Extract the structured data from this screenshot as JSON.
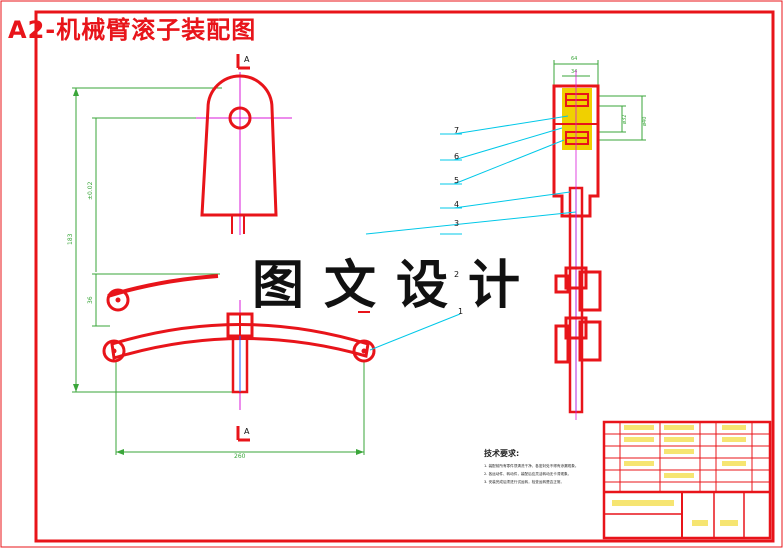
{
  "drawing": {
    "title": "A2-机械臂滚子装配图",
    "watermark": "图文设计"
  },
  "tech_requirements": {
    "heading": "技术要求:",
    "items": [
      "1. 装配前所有零件须清洗干净，各密封处不得有渗漏现象。",
      "2. 各运动件、转动件，装配后应灵活转动无卡滞现象。",
      "3. 安装完成后须进行试运转，检查运转是否正常。"
    ]
  },
  "part_balloons": [
    "7",
    "6",
    "5",
    "4",
    "3",
    "2",
    "1"
  ],
  "dimensions": {
    "front_width": "260",
    "top_width": "64",
    "top_inner_width": "34"
  },
  "colors": {
    "frame": "#e8141a",
    "outline": "#e8141a",
    "leader": "#00c8e8",
    "dimension": "#3aa63a",
    "centerline": "#d818d8",
    "hatch": "#f0d000",
    "text": "#111111"
  }
}
